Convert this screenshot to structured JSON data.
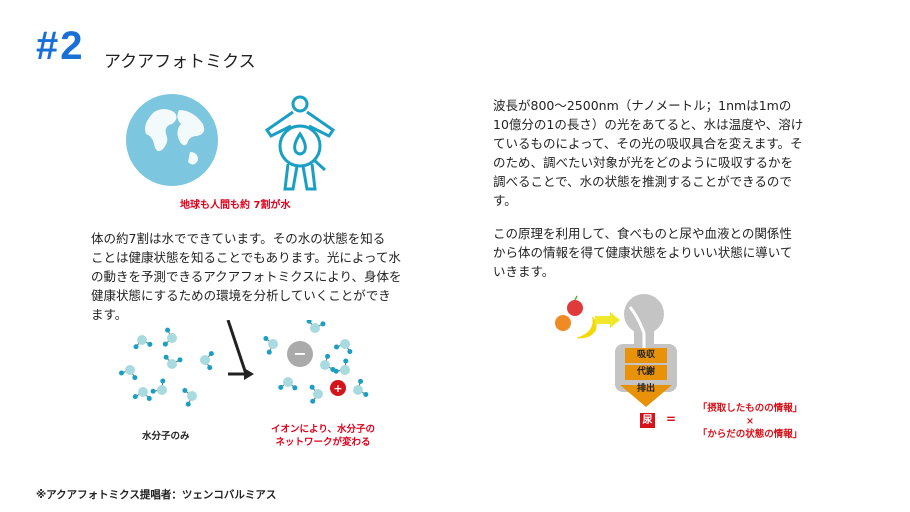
{
  "header": {
    "number": "#2",
    "title": "アクアフォトミクス"
  },
  "figure_top": {
    "caption": "地球も人間も約 7割が水"
  },
  "left_paragraph": [
    "体の約7割は水でできています。その水の状態を知る",
    "ことは健康状態を知ることでもあります。光によって水",
    "の動きを予測できるアクアフォトミクスにより、身体を",
    "健康状態にするための環境を分析していくことができ",
    "ます。"
  ],
  "molecule_figure": {
    "label_left": "水分子のみ",
    "label_right_lines": [
      "イオンにより、水分子の",
      "ネットワークが変わる"
    ],
    "minus_symbol": "−",
    "plus_symbol": "+"
  },
  "right_paragraph_1": [
    "波長が800〜2500nm（ナノメートル；1nmは1mの",
    "10億分の1の長さ）の光をあてると、水は温度や、溶け",
    "ているものによって、その光の吸収具合を変えます。そ",
    "のため、調べたい対象が光をどのように吸収するかを",
    "調べることで、水の状態を推測することができるので",
    "す。"
  ],
  "right_paragraph_2": [
    "この原理を利用して、食べものと尿や血液との関係性",
    "から体の情報を得て健康状態をよりいい状態に導いて",
    "いきます。"
  ],
  "body_figure": {
    "stages": [
      "吸収",
      "代謝",
      "排出"
    ],
    "urine": "尿",
    "equals": "=",
    "formula": [
      "「摂取したものの情報」",
      "×",
      "「からだの状態の情報」"
    ]
  },
  "footer": "※アクアフォトミクス提唱者：ツェンコバルミアス",
  "colors": {
    "accent": "#1a6fd6",
    "red": "#e0001b",
    "orange": "#e8920a",
    "globe": "#7cc6df",
    "icon": "#1a9fc4"
  }
}
